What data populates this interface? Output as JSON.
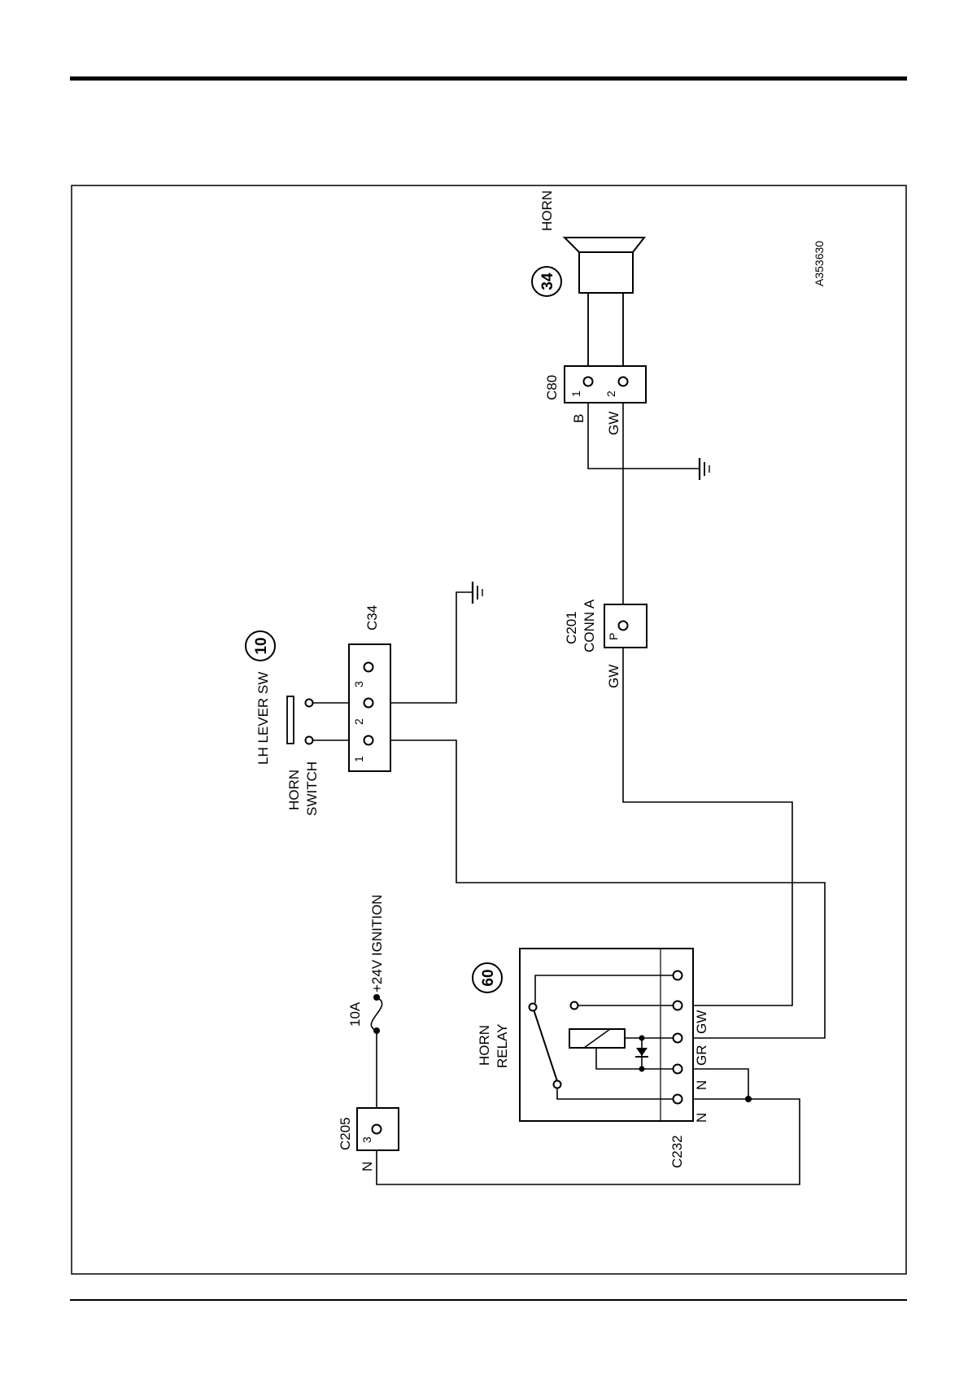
{
  "drawing_id": "A353630",
  "components": {
    "horn": {
      "number": "34",
      "label": "HORN"
    },
    "lh_lever": {
      "number": "10",
      "label": "LH LEVER SW"
    },
    "horn_switch": {
      "label_line1": "HORN",
      "label_line2": "SWITCH"
    },
    "horn_relay": {
      "number": "60",
      "label_line1": "HORN",
      "label_line2": "RELAY"
    },
    "fuse": {
      "rating": "10A"
    },
    "supply": {
      "label": "+24V IGNITION"
    }
  },
  "connectors": {
    "c80": {
      "name": "C80",
      "pins": [
        "1",
        "2"
      ]
    },
    "c34": {
      "name": "C34",
      "pins": [
        "1",
        "2",
        "3"
      ]
    },
    "c201": {
      "name_line1": "C201",
      "name_line2": "CONN A",
      "pin": "P"
    },
    "c205": {
      "name": "C205",
      "pin": "3"
    },
    "c232": {
      "name": "C232"
    }
  },
  "wire_colors": {
    "c80_pin1": "B",
    "c80_pin2": "GW",
    "c201_in": "GW",
    "relay_gw": "GW",
    "relay_gr": "GR",
    "relay_n1": "N",
    "relay_n2": "N",
    "c205_n": "N"
  }
}
